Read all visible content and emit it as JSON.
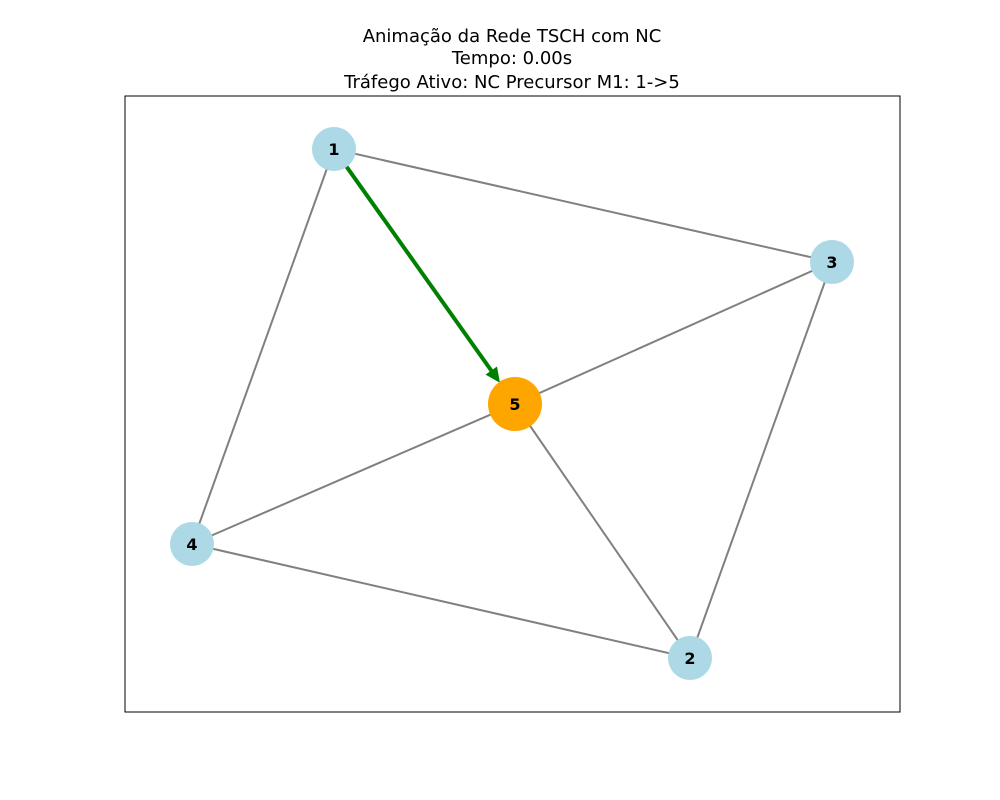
{
  "title": {
    "line1": "Animação da Rede TSCH com NC",
    "line2": "Tempo: 0.00s",
    "line3": "Tráfego Ativo: NC Precursor M1: 1->5"
  },
  "colors": {
    "node_default": "#add8e6",
    "node_highlight": "#ffa500",
    "edge": "#808080",
    "active_traffic": "#008000",
    "frame": "#000000"
  },
  "nodes": [
    {
      "id": "1",
      "label": "1",
      "highlighted": false
    },
    {
      "id": "2",
      "label": "2",
      "highlighted": false
    },
    {
      "id": "3",
      "label": "3",
      "highlighted": false
    },
    {
      "id": "4",
      "label": "4",
      "highlighted": false
    },
    {
      "id": "5",
      "label": "5",
      "highlighted": true
    }
  ],
  "edges": [
    {
      "source": "1",
      "target": "3"
    },
    {
      "source": "1",
      "target": "4"
    },
    {
      "source": "3",
      "target": "5"
    },
    {
      "source": "3",
      "target": "2"
    },
    {
      "source": "5",
      "target": "4"
    },
    {
      "source": "5",
      "target": "2"
    },
    {
      "source": "4",
      "target": "2"
    }
  ],
  "active_traffic": {
    "source": "1",
    "target": "5"
  }
}
